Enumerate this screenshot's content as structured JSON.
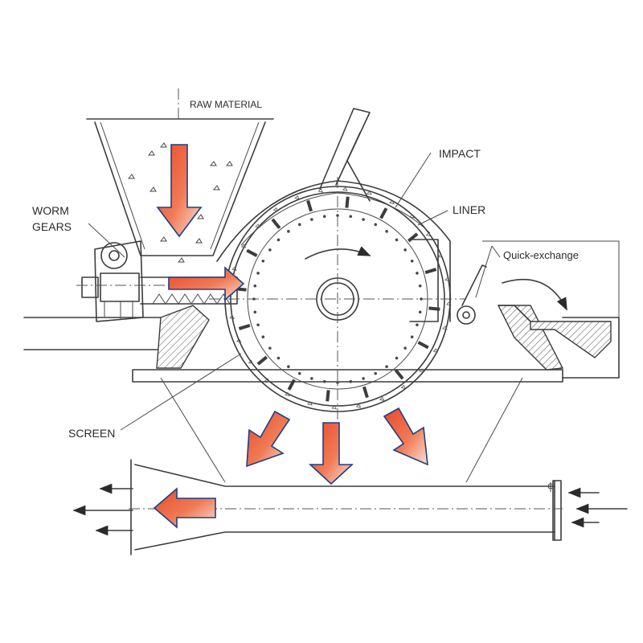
{
  "labels": {
    "raw_material": "RAW MATERIAL",
    "worm_gears_line1": "WORM",
    "worm_gears_line2": "GEARS",
    "impact": "IMPACT",
    "liner": "LINER",
    "quick_exchange": "Quick-exchange",
    "screen": "SCREEN"
  },
  "colors": {
    "arrow_fill_top": "#e84a2a",
    "arrow_fill_mid": "#f07a55",
    "arrow_fill_light": "#fbe0d6",
    "arrow_outline": "#1e3f86",
    "line_art": "#3c3c3c"
  },
  "flow_arrows": [
    {
      "name": "feed-down-arrow",
      "direction": "down"
    },
    {
      "name": "screw-feed-arrow",
      "direction": "right"
    },
    {
      "name": "discharge-left-arrow",
      "direction": "down-left"
    },
    {
      "name": "discharge-center-arrow",
      "direction": "down"
    },
    {
      "name": "discharge-right-arrow",
      "direction": "down-right"
    },
    {
      "name": "outlet-duct-arrow",
      "direction": "left"
    }
  ]
}
